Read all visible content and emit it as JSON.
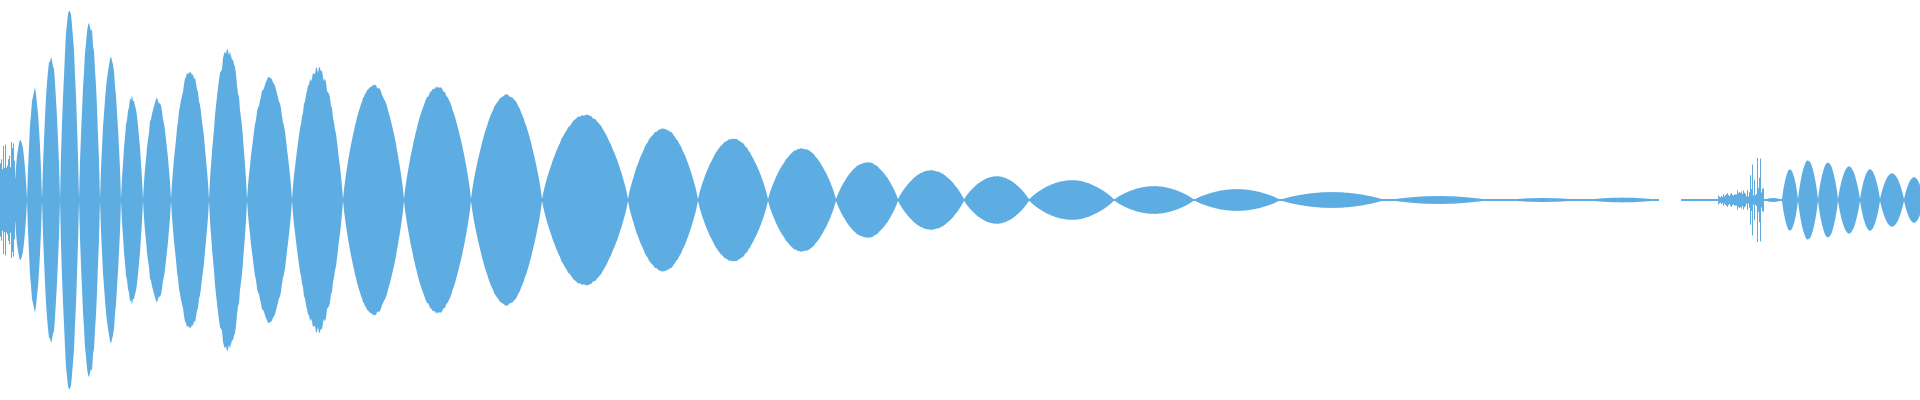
{
  "waveform": {
    "color": "#5dade2",
    "background": "#ffffff",
    "lobe_peak_amplitudes": [
      0.31,
      0.57,
      0.74,
      0.97,
      0.91,
      0.72,
      0.53,
      0.52,
      0.66,
      0.77,
      0.63,
      0.67,
      0.58,
      0.57,
      0.53,
      0.43,
      0.36,
      0.31,
      0.26,
      0.19,
      0.15,
      0.12,
      0.1,
      0.07,
      0.055,
      0.04,
      0.02,
      0.01,
      0.012,
      0.01,
      0.155,
      0.2,
      0.19,
      0.17,
      0.155,
      0.135,
      0.115,
      0.115
    ]
  }
}
